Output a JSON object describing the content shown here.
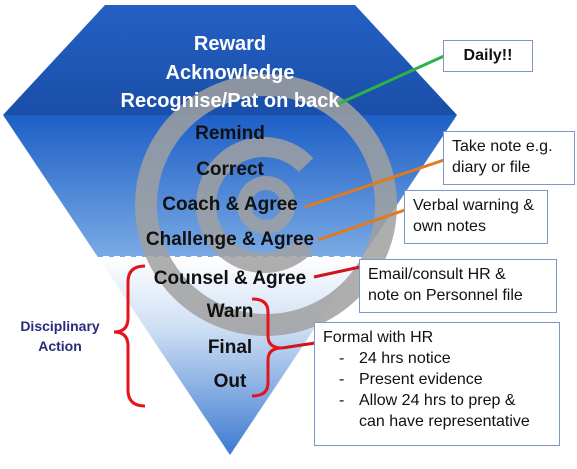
{
  "tiers": {
    "top": [
      "Reward",
      "Acknowledge",
      "Recognise/Pat on back"
    ],
    "middle": [
      "Remind",
      "Correct",
      "Coach & Agree",
      "Challenge & Agree"
    ],
    "bottom": [
      "Counsel & Agree",
      "Warn",
      "Final",
      "Out"
    ]
  },
  "notes": {
    "daily": "Daily!!",
    "take_note": [
      "Take note e.g.",
      "diary or file"
    ],
    "verbal": [
      "Verbal warning &",
      "own notes"
    ],
    "email": [
      "Email/consult HR &",
      "note on Personnel file"
    ],
    "formal_title": "Formal with HR",
    "formal_items": [
      "24 hrs notice",
      "Present evidence",
      "Allow 24 hrs to prep &",
      "can have representative"
    ]
  },
  "side_label": [
    "Disciplinary",
    "Action"
  ],
  "colors": {
    "top_band": "#1e56b8",
    "middle_band": "#4a86d8",
    "bottom_band": "#c8dbf3",
    "bracket": "#e3141b",
    "arrow_daily": "#2db24a",
    "arrow_orange": "#e07a1f",
    "arrow_red": "#d0141b",
    "spiral": "#9a9a9a"
  },
  "icons": [
    "copyright-symbol-icon"
  ]
}
